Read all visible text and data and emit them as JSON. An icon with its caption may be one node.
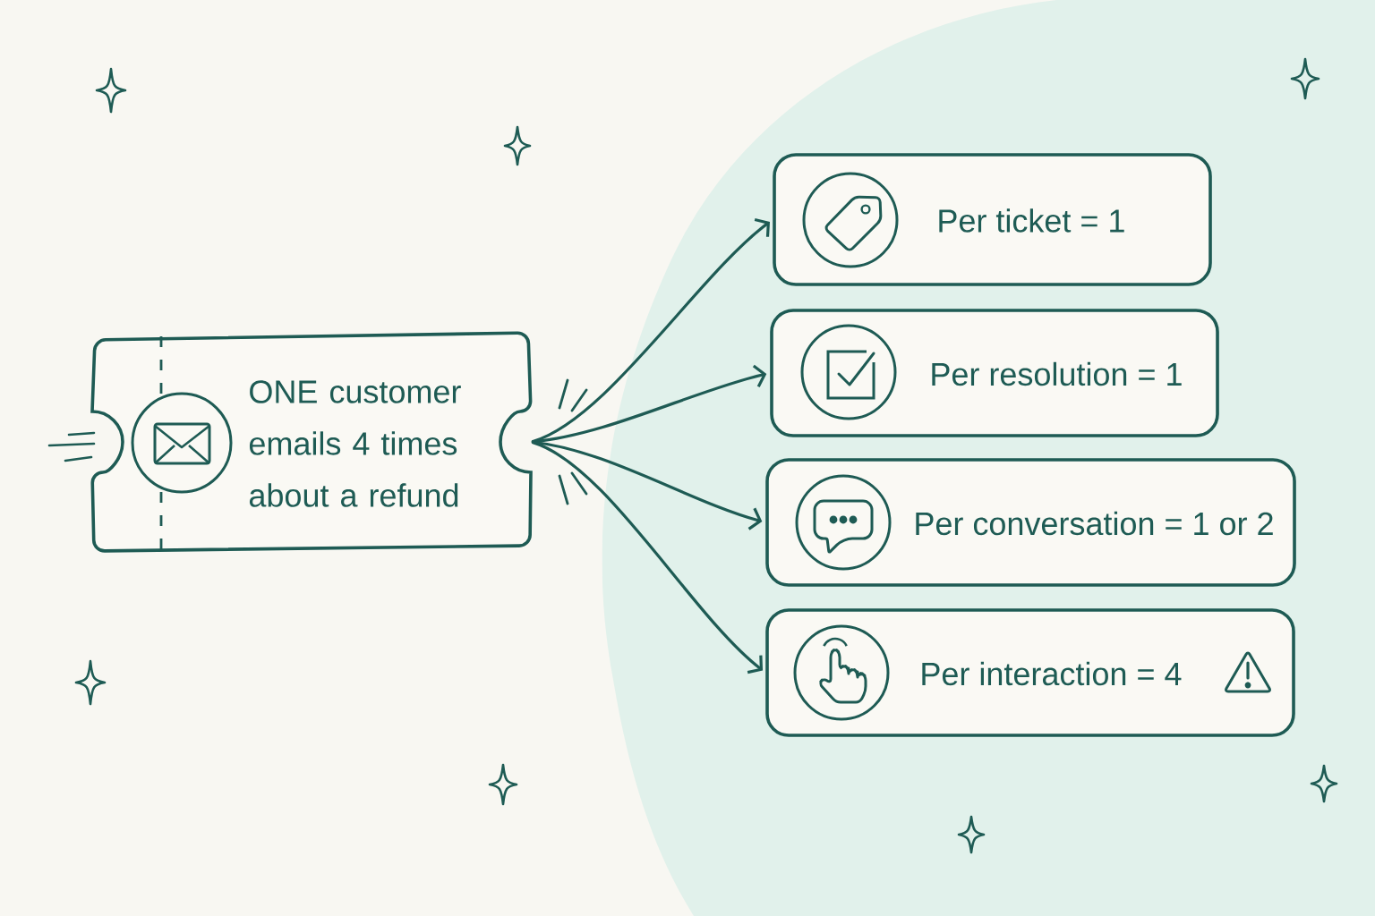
{
  "diagram": {
    "nodes": [
      {
        "text": [
          "ONE customer emails 4 times about a refund"
        ]
      },
      {
        "text": [
          "Per ticket = 1"
        ]
      },
      {
        "text": [
          "Per resolution = 1"
        ]
      },
      {
        "text": [
          "Per conversation = 1 or 2"
        ]
      },
      {
        "text": [
          "Per interaction = 4"
        ]
      }
    ],
    "edges": [
      {
        "from": 0,
        "to": 1,
        "arrow": "to"
      },
      {
        "from": 0,
        "to": 2,
        "arrow": "to"
      },
      {
        "from": 0,
        "to": 3,
        "arrow": "to"
      },
      {
        "from": 0,
        "to": 4,
        "arrow": "to"
      }
    ]
  }
}
